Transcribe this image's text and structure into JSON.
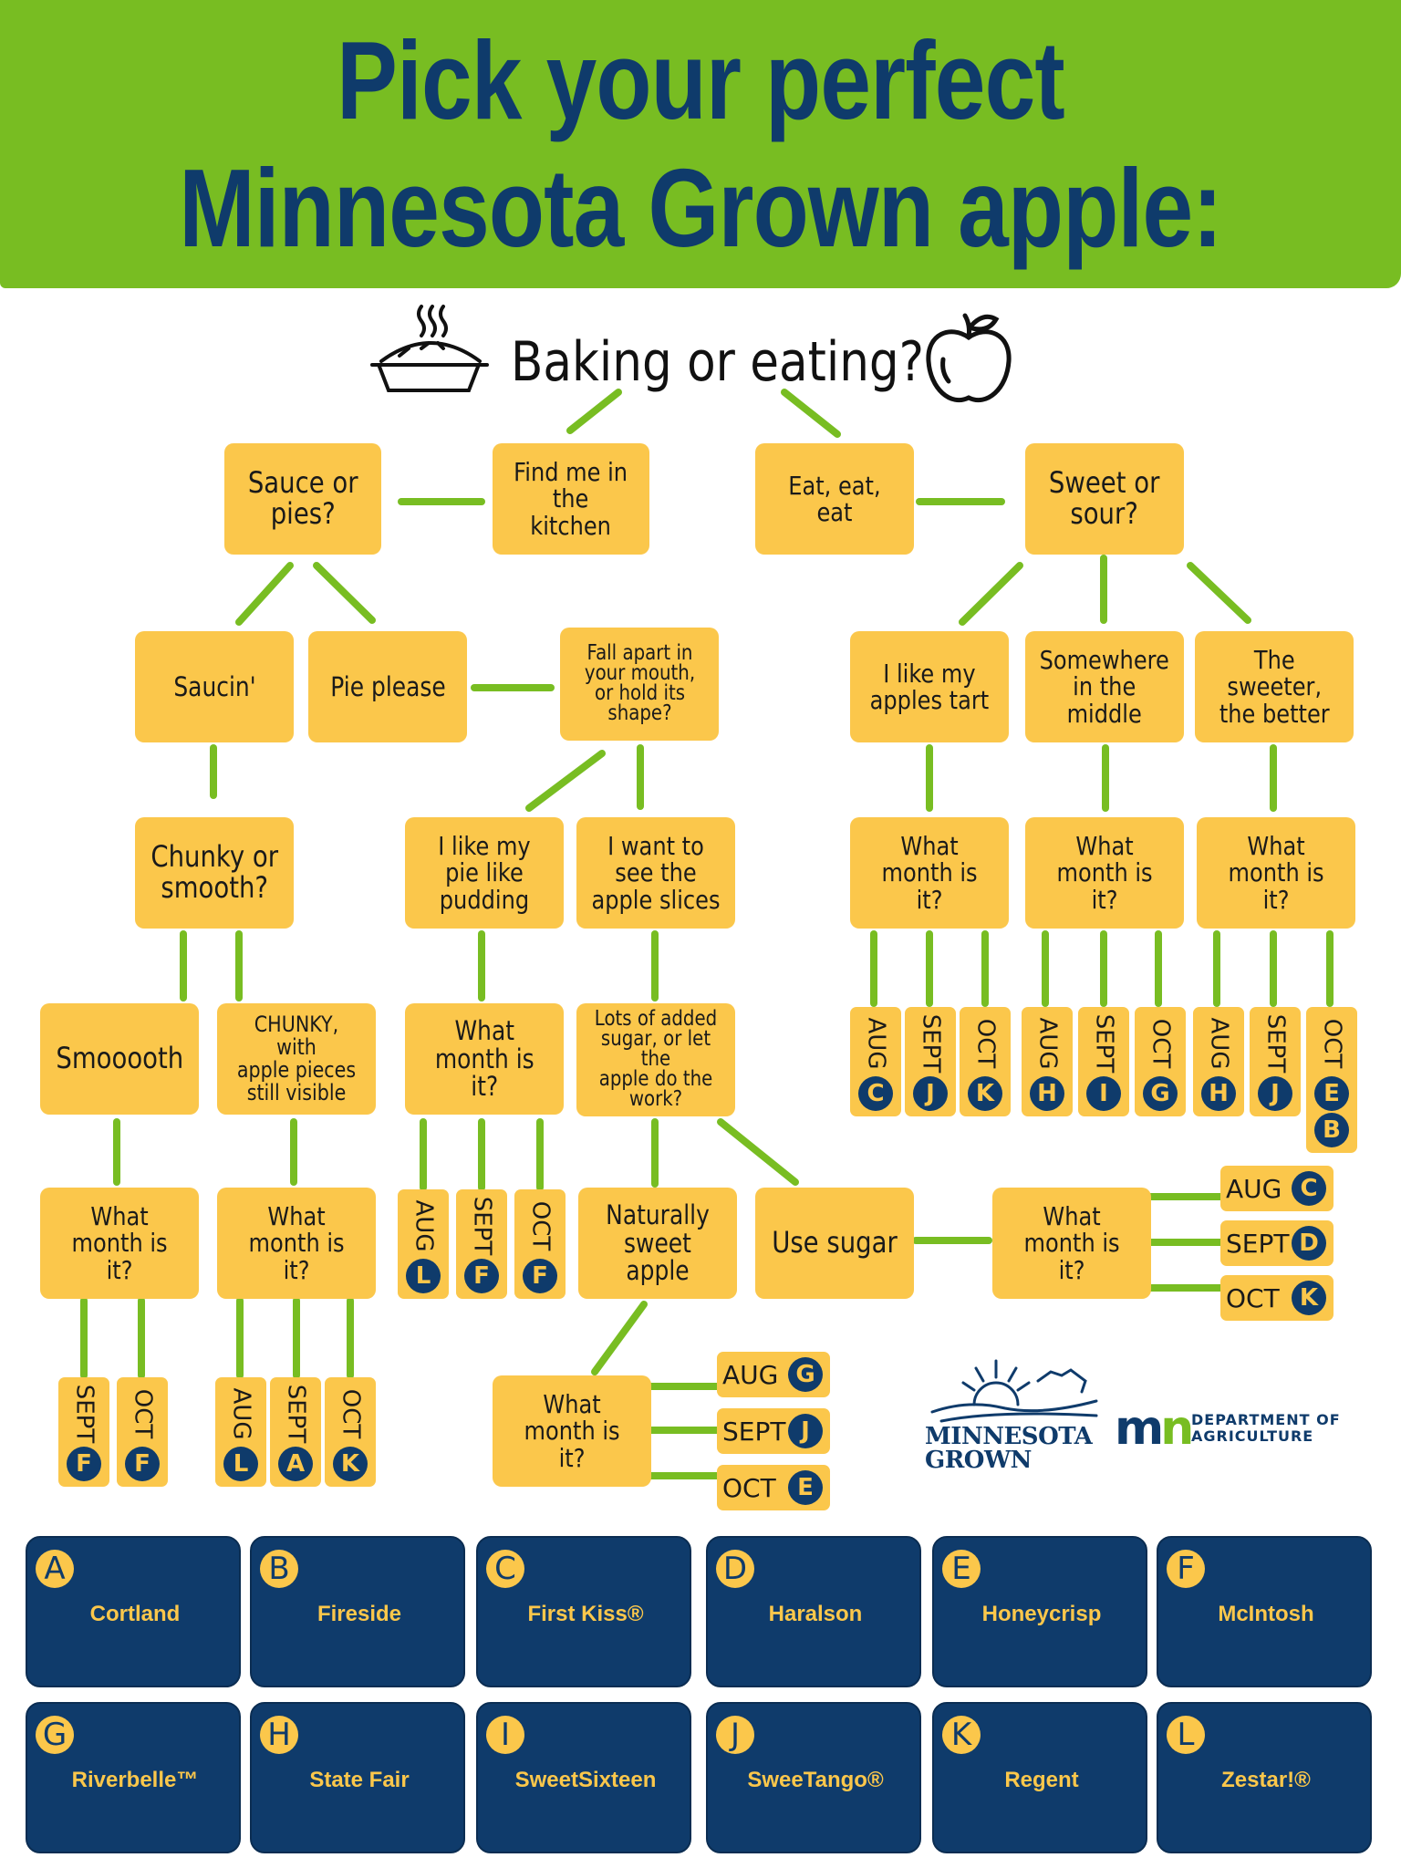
{
  "title": {
    "line1": "Pick your perfect",
    "line2": "Minnesota Grown apple:"
  },
  "question": "Baking or eating?",
  "icons": {
    "left": "pie-icon",
    "right": "apple-icon"
  },
  "colors": {
    "green": "#78bd22",
    "navy": "#0f3b6b",
    "yellow": "#fbc74b"
  },
  "nodes": {
    "kitchen": "Find me in\nthe\nkitchen",
    "eat": "Eat,  eat,\neat",
    "sauce_pies": "Sauce or\npies?",
    "sweet_sour": "Sweet or\nsour?",
    "saucin": "Saucin'",
    "pie_please": "Pie please",
    "fall_apart": "Fall apart in\nyour mouth,\nor hold its\nshape?",
    "tart": "I like my\napples tart",
    "middle": "Somewhere\nin the\nmiddle",
    "sweeter": "The\nsweeter,\nthe better",
    "chunky_smooth": "Chunky or\nsmooth?",
    "pudding": "I like my\npie like\npudding",
    "slices": "I want to\nsee the\napple slices",
    "month_tart": "What\nmonth is\nit?",
    "month_middle": "What\nmonth is\nit?",
    "month_sweeter": "What\nmonth is\nit?",
    "smooth": "Smooooth",
    "chunky": "CHUNKY, with\napple pieces\nstill visible",
    "month_pudding": "What\nmonth is\nit?",
    "sugar_q": "Lots of added\nsugar, or let the\napple do the\nwork?",
    "month_smooth": "What\nmonth is\nit?",
    "month_chunky": "What\nmonth is\nit?",
    "naturally": "Naturally\nsweet apple",
    "use_sugar": "Use sugar",
    "month_sugar": "What\nmonth is\nit?",
    "month_natural": "What\nmonth is\nit?"
  },
  "month_tags": {
    "tart": [
      {
        "m": "AUG",
        "v": "C"
      },
      {
        "m": "SEPT",
        "v": "J"
      },
      {
        "m": "OCT",
        "v": "K"
      }
    ],
    "middle": [
      {
        "m": "AUG",
        "v": "H"
      },
      {
        "m": "SEPT",
        "v": "I"
      },
      {
        "m": "OCT",
        "v": "G"
      }
    ],
    "sweeter": [
      {
        "m": "AUG",
        "v": "H"
      },
      {
        "m": "SEPT",
        "v": "J"
      },
      {
        "m": "OCT",
        "v": "E",
        "v2": "B"
      }
    ],
    "pudding": [
      {
        "m": "AUG",
        "v": "L"
      },
      {
        "m": "SEPT",
        "v": "F"
      },
      {
        "m": "OCT",
        "v": "F"
      }
    ],
    "smooth": [
      {
        "m": "SEPT",
        "v": "F"
      },
      {
        "m": "OCT",
        "v": "F"
      }
    ],
    "chunky": [
      {
        "m": "AUG",
        "v": "L"
      },
      {
        "m": "SEPT",
        "v": "A"
      },
      {
        "m": "OCT",
        "v": "K"
      }
    ],
    "sugar": [
      {
        "m": "AUG",
        "v": "C"
      },
      {
        "m": "SEPT",
        "v": "D"
      },
      {
        "m": "OCT",
        "v": "K"
      }
    ],
    "natural": [
      {
        "m": "AUG",
        "v": "G"
      },
      {
        "m": "SEPT",
        "v": "J"
      },
      {
        "m": "OCT",
        "v": "E"
      }
    ]
  },
  "logos": {
    "mn_grown_line1": "MINNESOTA",
    "mn_grown_line2": "GROWN",
    "dept_mark_m": "m",
    "dept_mark_n": "n",
    "dept_line1": "DEPARTMENT OF",
    "dept_line2": "AGRICULTURE"
  },
  "key": [
    {
      "letter": "A",
      "name": "Cortland"
    },
    {
      "letter": "B",
      "name": "Fireside"
    },
    {
      "letter": "C",
      "name": "First Kiss®"
    },
    {
      "letter": "D",
      "name": "Haralson"
    },
    {
      "letter": "E",
      "name": "Honeycrisp"
    },
    {
      "letter": "F",
      "name": "McIntosh"
    },
    {
      "letter": "G",
      "name": "Riverbelle™"
    },
    {
      "letter": "H",
      "name": "State Fair"
    },
    {
      "letter": "I",
      "name": "SweetSixteen"
    },
    {
      "letter": "J",
      "name": "SweeTango®"
    },
    {
      "letter": "K",
      "name": "Regent"
    },
    {
      "letter": "L",
      "name": "Zestar!®"
    }
  ]
}
